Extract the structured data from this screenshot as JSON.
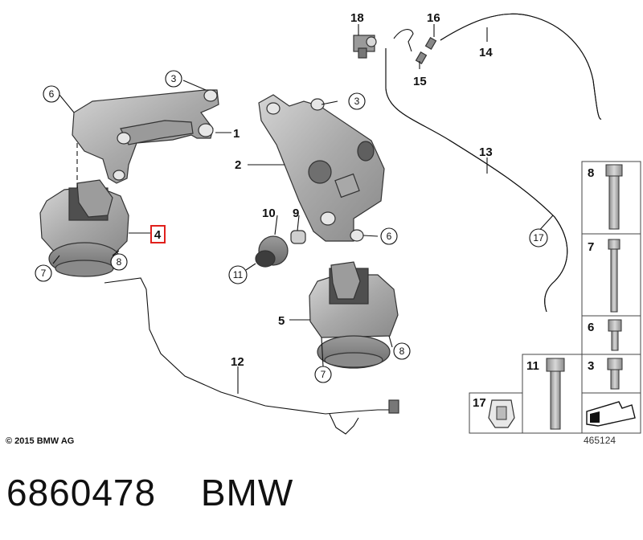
{
  "diagram": {
    "copyright": "© 2015 BMW AG",
    "figure_number": "465124",
    "callouts": {
      "c1": "1",
      "c2": "2",
      "c3a": "3",
      "c3b": "3",
      "c4": "4",
      "c5": "5",
      "c6a": "6",
      "c6b": "6",
      "c7a": "7",
      "c7b": "7",
      "c8a": "8",
      "c8b": "8",
      "c9": "9",
      "c10": "10",
      "c11": "11",
      "c12": "12",
      "c13": "13",
      "c14": "14",
      "c15": "15",
      "c16": "16",
      "c17": "17",
      "c18": "18"
    },
    "panels": {
      "p8": "8",
      "p7": "7",
      "p6": "6",
      "p3": "3",
      "p11": "11",
      "p17": "17"
    },
    "colors": {
      "highlight": "#e0201c",
      "part_fill": "#b8b8b8",
      "part_dark": "#6e6e6e"
    }
  },
  "footer": {
    "part_number": "6860478",
    "brand": "BMW"
  }
}
